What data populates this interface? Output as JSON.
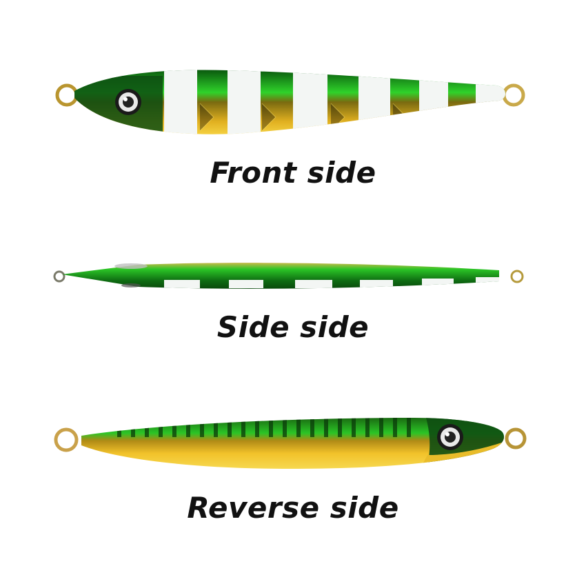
{
  "captions": {
    "front": "Front side",
    "side": "Side side",
    "reverse": "Reverse side"
  },
  "colors": {
    "green": "#1fae1f",
    "dark_green": "#0b5e10",
    "gold": "#e6b81a",
    "glow_white": "#f2f6f4",
    "ring": "#c8a23a"
  },
  "icons": {
    "front": "fishing-jig-front-icon",
    "side": "fishing-jig-side-icon",
    "reverse": "fishing-jig-reverse-icon"
  }
}
